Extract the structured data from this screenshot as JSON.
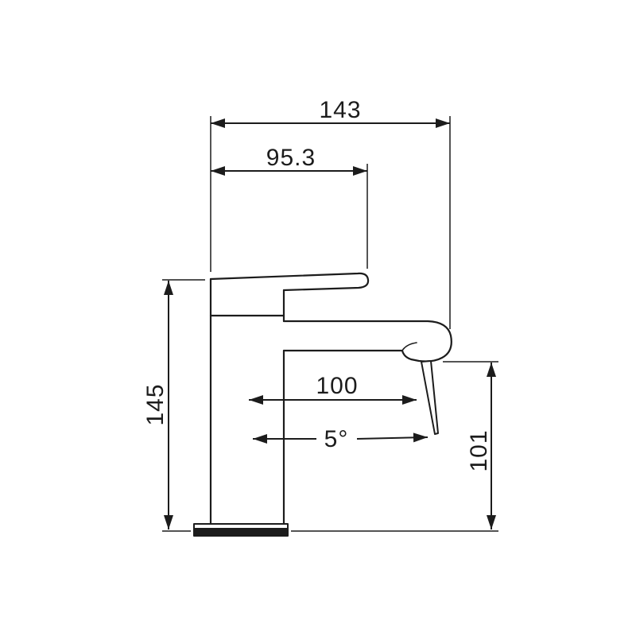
{
  "colors": {
    "line": "#1c1c1c",
    "background": "#ffffff"
  },
  "drawing": {
    "subject": "single-lever basin faucet, side elevation with dimensions"
  },
  "dimensions": {
    "total_width": "143",
    "handle_projection": "95.3",
    "total_height": "145",
    "spout_reach": "100",
    "stream_angle": "5°",
    "spout_height": "101"
  }
}
